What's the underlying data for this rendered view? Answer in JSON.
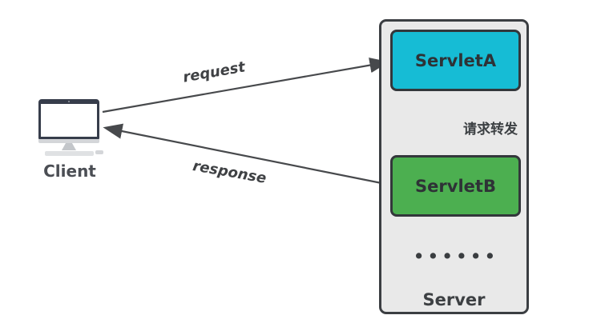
{
  "diagram": {
    "client": {
      "label": "Client"
    },
    "server": {
      "label": "Server",
      "servlet_a_label": "ServletA",
      "servlet_b_label": "ServletB",
      "ellipsis_dots": "••••••"
    },
    "arrows": {
      "request_label": "request",
      "response_label": "response",
      "forward_label": "请求转发"
    },
    "colors": {
      "servlet_a_fill": "#16BCD5",
      "servlet_b_fill": "#4CAF50",
      "server_fill": "#E9E9E9",
      "node_border": "#35393D",
      "arrow_stroke": "#47494C",
      "label_text": "#3F4347",
      "background": "#FFFFFF"
    }
  }
}
